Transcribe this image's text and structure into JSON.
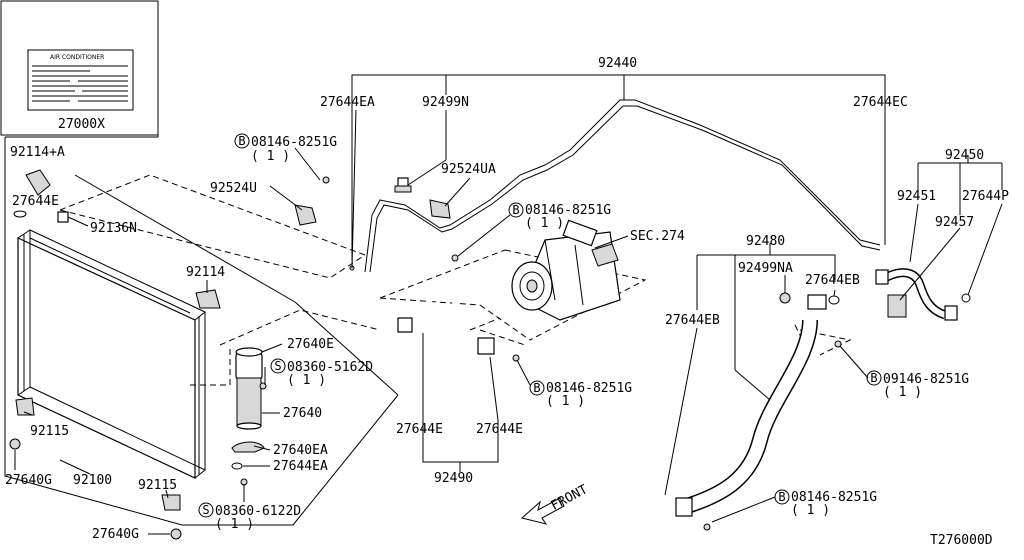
{
  "diagram_id": "T276000D",
  "label_box": {
    "heading": "AIR CONDITIONER",
    "part_no": "27000X"
  },
  "labels": {
    "p92440": "92440",
    "p27644EA_top": "27644EA",
    "p92499N": "92499N",
    "p27644EC": "27644EC",
    "p08146_a": "08146-8251G",
    "p08146_a_qty": "( 1 )",
    "p92114A": "92114+A",
    "p27644E_left": "27644E",
    "p92524U": "92524U",
    "p92524UA": "92524UA",
    "p92136N": "92136N",
    "p08146_b": "08146-8251G",
    "p08146_b_qty": "( 1 )",
    "pSEC274": "SEC.274",
    "p92450": "92450",
    "p92451": "92451",
    "p27644P": "27644P",
    "p92457": "92457",
    "p92480": "92480",
    "p92499NA": "92499NA",
    "p27644EB_r": "27644EB",
    "p27644EB_l": "27644EB",
    "p92114": "92114",
    "p27640E": "27640E",
    "p08360_a": "08360-5162D",
    "p08360_a_qty": "( 1 )",
    "p27640": "27640",
    "p08146_c": "08146-8251G",
    "p08146_c_qty": "( 1 )",
    "p09146": "09146-8251G",
    "p09146_qty": "( 1 )",
    "p92115_a": "92115",
    "p27640EA": "27640EA",
    "p27644EA_low": "27644EA",
    "p27644E_c1": "27644E",
    "p27644E_c2": "27644E",
    "p27640G_a": "27640G",
    "p92100": "92100",
    "p92115_b": "92115",
    "p92490": "92490",
    "p08360_b": "08360-6122D",
    "p08360_b_qty": "( 1 )",
    "p08146_d": "08146-8251G",
    "p08146_d_qty": "( 1 )",
    "p27640G_b": "27640G",
    "front": "FRONT"
  },
  "markers": {
    "bolt": "B",
    "screw": "S"
  }
}
